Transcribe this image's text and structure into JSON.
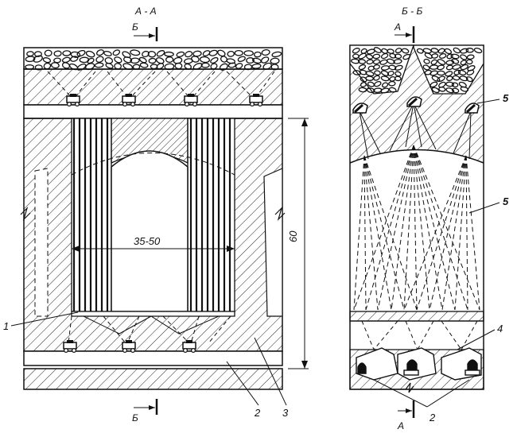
{
  "left_view": {
    "section_mark": "А - А",
    "cut_letter_top": "Б",
    "cut_letter_bottom": "Б",
    "width_dimension": "35-50",
    "height_dimension": "60",
    "callouts": [
      "1",
      "2",
      "3"
    ]
  },
  "right_view": {
    "section_mark": "Б - Б",
    "cut_letter_top": "А",
    "cut_letter_bottom": "А",
    "callouts": [
      "5",
      "5",
      "4",
      "2"
    ]
  }
}
